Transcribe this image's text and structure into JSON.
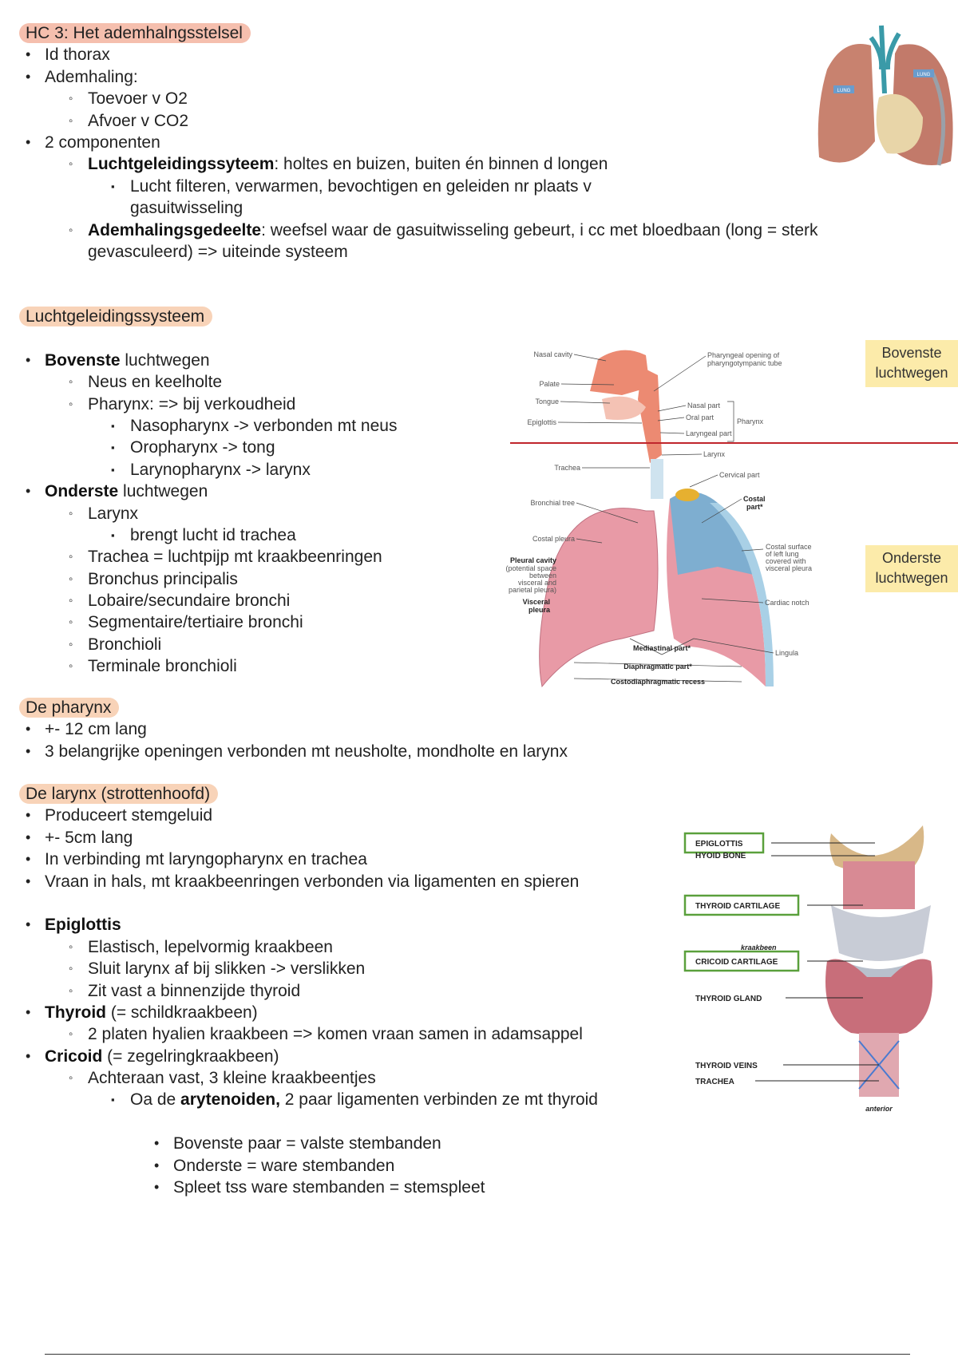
{
  "title": "HC 3: Het ademhalngsstelsel",
  "intro": {
    "l1": "Id thorax",
    "l2": "Ademhaling:",
    "l2a": "Toevoer v O2",
    "l2b": "Afvoer v CO2",
    "l3": "2 componenten",
    "c1_bold": "Luchtgeleidingssyteem",
    "c1_rest": ": holtes en buizen, buiten én binnen d longen",
    "c1_sub": "Lucht filteren, verwarmen, bevochtigen en geleiden nr plaats v gasuitwisseling",
    "c2_bold": "Ademhalingsgedeelte",
    "c2_rest": ": weefsel waar de gasuitwisseling gebeurt, i cc met bloedbaan (long = sterk gevasculeerd) => uiteinde systeem"
  },
  "lungs_image": {
    "labels": [
      "LUNG",
      "LUNG"
    ]
  },
  "luchtgeleiding": {
    "heading": "Luchtgeleidingssysteem",
    "boven_bold": "Bovenste",
    "boven_rest": " luchtwegen",
    "neus": "Neus en keelholte",
    "pharynx": "Pharynx: => bij verkoudheid",
    "naso": "Nasopharynx -> verbonden mt neus",
    "oro": "Oropharynx -> tong",
    "laryngo": "Larynopharynx -> larynx",
    "onder_bold": "Onderste",
    "onder_rest": " luchtwegen",
    "larynx": "Larynx",
    "larynx_sub": "brengt lucht id trachea",
    "items": [
      "Trachea = luchtpijp mt kraakbeenringen",
      "Bronchus principalis",
      "Lobaire/secundaire bronchi",
      "Segmentaire/tertiaire bronchi",
      "Bronchioli",
      "Terminale bronchioli"
    ]
  },
  "airway_diagram": {
    "upper_box": "Bovenste luchtwegen",
    "lower_box": "Onderste luchtwegen",
    "labels": {
      "nasal_cavity": "Nasal cavity",
      "palate": "Palate",
      "tongue": "Tongue",
      "epiglottis": "Epiglottis",
      "pharyngeal_opening_1": "Pharyngeal opening of",
      "pharyngeal_opening_2": "pharyngotympanic tube",
      "nasal_part": "Nasal part",
      "oral_part": "Oral part",
      "laryngeal_part": "Laryngeal part",
      "pharynx": "Pharynx",
      "larynx": "Larynx",
      "trachea": "Trachea",
      "cervical_part": "Cervical part",
      "bronchial_tree": "Bronchial tree",
      "costal_part_1": "Costal",
      "costal_part_2": "part*",
      "costal_pleura": "Costal pleura",
      "pleural_cavity": "Pleural cavity",
      "pleural_cavity_note": [
        "(potential space",
        "between",
        "visceral and",
        "parietal pleura)"
      ],
      "visceral_pleura_1": "Visceral",
      "visceral_pleura_2": "pleura",
      "costal_surface": [
        "Costal surface",
        "of left lung",
        "covered with",
        "visceral pleura"
      ],
      "cardiac_notch": "Cardiac notch",
      "lingula": "Lingula",
      "mediastinal_part": "Mediastinal part*",
      "diaphragmatic_part": "Diaphragmatic part*",
      "costodiaphragmatic_recess": "Costodiaphragmatic recess"
    }
  },
  "pharynx": {
    "heading": "De pharynx",
    "items": [
      "+- 12 cm lang",
      "3 belangrijke openingen verbonden mt neusholte, mondholte en larynx"
    ]
  },
  "larynx": {
    "heading": "De larynx (strottenhoofd)",
    "items": [
      "Produceert stemgeluid",
      "+- 5cm lang",
      "In verbinding mt laryngopharynx en trachea",
      "Vraan in hals, mt kraakbeenringen verbonden via ligamenten en spieren"
    ],
    "epi_bold": "Epiglottis",
    "epi_items": [
      "Elastisch, lepelvormig kraakbeen",
      "Sluit larynx af bij slikken -> verslikken",
      "Zit vast a binnenzijde thyroid"
    ],
    "thy_bold": "Thyroid",
    "thy_rest": " (= schildkraakbeen)",
    "thy_item": "2 platen hyalien kraakbeen => komen vraan samen in adamsappel",
    "cri_bold": "Cricoid",
    "cri_rest": " (= zegelringkraakbeen)",
    "cri_item": "Achteraan vast, 3 kleine kraakbeentjes",
    "ary_pre": "Oa de ",
    "ary_bold": "arytenoiden,",
    "ary_rest": " 2 paar ligamenten verbinden ze mt thyroid",
    "ary_items": [
      "Bovenste paar = valste stembanden",
      "Onderste = ware stembanden",
      "Spleet tss ware stembanden = stemspleet"
    ]
  },
  "larynx_diagram": {
    "labels": [
      "EPIGLOTTIS",
      "HYOID BONE",
      "THYROID CARTILAGE",
      "CRICOID CARTILAGE",
      "THYROID GLAND",
      "THYROID VEINS",
      "TRACHEA"
    ],
    "handwritten": [
      "kraakbeen",
      "anterior"
    ]
  },
  "colors": {
    "title_highlight": "#f5bfae",
    "heading_highlight": "#f8d3b8",
    "box_yellow": "#fcebaa",
    "divider_red": "#c0262c",
    "label_green": "#5aa03c"
  }
}
